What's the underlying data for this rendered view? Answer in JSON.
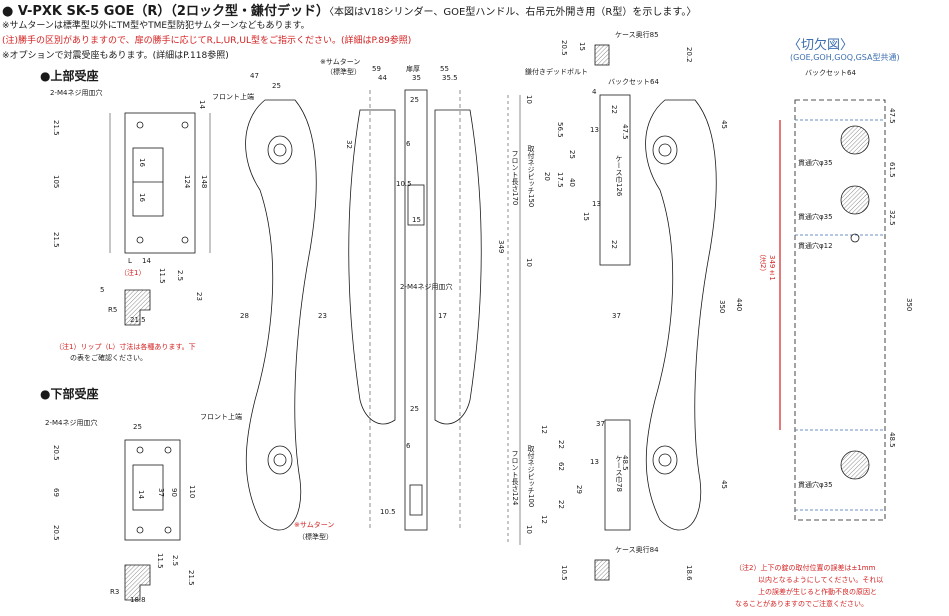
{
  "title": {
    "main": "● V-PXK SK-5 GOE（R）（2ロック型・鎌付デッド）",
    "sub": "〈本図はV18シリンダー、GOE型ハンドル、右吊元外開き用（R型）を示します。〉"
  },
  "notes": [
    "※サムターンは標準型以外にTM型やTME型防犯サムターンなどもあります。",
    "(注)勝手の区別がありますので、扉の勝手に応じてR,L,UR,UL型をご指示ください。(詳細はP.89参照)",
    "※オプションで対震受座もあります。(詳細はP.118参照)"
  ],
  "sections": {
    "upper_strike": "●上部受座",
    "lower_strike": "●下部受座",
    "cutout": "〈切欠図〉",
    "cutout_sub": "(GOE,GOH,GOQ,GSA型共通)"
  },
  "labels": {
    "m4_upper": "2-M4ネジ用皿穴",
    "m4_lower": "2-M4ネジ用皿穴",
    "m4_center": "2-M4ネジ用皿穴",
    "front_top_1": "フロント上端",
    "front_top_2": "フロント上端",
    "thumbturn_std_1": "※サムターン",
    "thumbturn_std_1b": "（標準型）",
    "thumbturn_std_2": "※サムターン",
    "thumbturn_std_2b": "（標準型）",
    "door_thickness": "扉厚",
    "case_depth_85": "ケース奥行85",
    "case_depth_84": "ケース奥行84",
    "sickle_deadbolt": "鎌付きデッドボルト",
    "backset_64a": "バックセット64",
    "backset_64b": "バックセット64",
    "note1_mark": "（注1）",
    "note1_text_a": "（注1）リップ（L）寸法は各種あります。下",
    "note1_text_b": "の表をご確認ください。",
    "note2_mark": "（注2）",
    "through_hole_35a": "貫通穴φ35",
    "through_hole_35b": "貫通穴φ35",
    "through_hole_35c": "貫通穴φ35",
    "through_hole_12": "貫通穴φ12",
    "front_len_170": "フロント長さ170",
    "screw_pitch_150": "取付ネジピッチ150",
    "case_h_126": "ケース巾126",
    "front_len_124": "フロント長さ124",
    "screw_pitch_100": "取付ネジピッチ100",
    "case_h_78": "ケース巾78",
    "tolerance": "349±1"
  },
  "note2": [
    "（注2）上下の錠の取付位置の誤差は±1mm",
    "以内となるようにしてください。それ以",
    "上の誤差が生じると作動不良の原因と",
    "なることがありますのでご注意ください。"
  ],
  "dims": {
    "d47": "47",
    "d25": "25",
    "d59": "59",
    "d44": "44",
    "d35": "35",
    "d55": "55",
    "d35_5": "35.5",
    "d21_5a": "21.5",
    "d105": "105",
    "d21_5b": "21.5",
    "d14a": "14",
    "d16a": "16",
    "d16b": "16",
    "d124": "124",
    "d148": "148",
    "d32": "32",
    "dL": "L",
    "d14b": "14",
    "d11_5": "11.5",
    "d2_5": "2.5",
    "d23a": "23",
    "d5": "5",
    "dR5": "R5",
    "d21_5c": "21.5",
    "d28": "28",
    "d23b": "23",
    "d17": "17",
    "d6": "6",
    "d10_5a": "10.5",
    "d15": "15",
    "d349": "349",
    "d10a": "10",
    "d4": "4",
    "d22a": "22",
    "d56_5": "56.5",
    "d13a": "13",
    "d47_5a": "47.5",
    "d25b": "25",
    "d20": "20",
    "d17_5": "17.5",
    "d40": "40",
    "d13b": "13",
    "d15b": "15",
    "d22b": "22",
    "d10b": "10",
    "d45a": "45",
    "d350a": "350",
    "d440": "440",
    "d37a": "37",
    "d20_2": "20.2",
    "d20_5": "20.5",
    "d15c": "15",
    "d25c": "25",
    "d20_5a": "20.5",
    "d69": "69",
    "d20_5b": "20.5",
    "d25d": "25",
    "d14c": "14",
    "d37b": "37",
    "d90": "90",
    "d110": "110",
    "d11_5b": "11.5",
    "d2_5b": "2.5",
    "d21_5d": "21.5",
    "dR3": "R3",
    "d18_8": "18.8",
    "d10_5b": "10.5",
    "d25e": "25",
    "d6b": "6",
    "d12a": "12",
    "d22c": "22",
    "d62": "62",
    "d22d": "22",
    "d12b": "12",
    "d29": "29",
    "d10c": "10",
    "d45b": "45",
    "d18_6": "18.6",
    "d37c": "37",
    "d13c": "13",
    "d48_5a": "48.5",
    "d10_5c": "10.5",
    "d47_5b": "47.5",
    "d61_5": "61.5",
    "d32_5": "32.5",
    "d350b": "350",
    "d48_5b": "48.5"
  },
  "colors": {
    "line": "#1a1a1a",
    "red": "#d42020",
    "blue": "#3d6fb0",
    "hatch": "#8c8c8c"
  }
}
